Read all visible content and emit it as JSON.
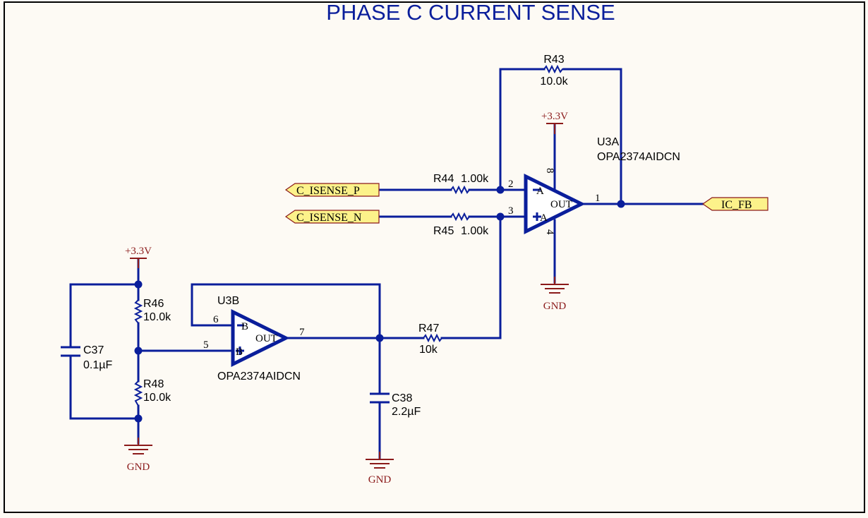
{
  "title": "PHASE C CURRENT SENSE",
  "colors": {
    "wire": "#0a1e9b",
    "power": "#8b1a1a",
    "port_fill": "#fcf28a",
    "background": "#fdfaf4",
    "title": "#0a1e9b"
  },
  "ports": {
    "c_isense_p": "C_ISENSE_P",
    "c_isense_n": "C_ISENSE_N",
    "ic_fb": "IC_FB"
  },
  "power": {
    "vcc": "+3.3V",
    "gnd": "GND"
  },
  "u3a": {
    "designator": "U3A",
    "part": "OPA2374AIDCN",
    "in_neg": "A",
    "in_pos": "A",
    "out": "OUT",
    "pin_in_neg": "2",
    "pin_in_pos": "3",
    "pin_out": "1",
    "pin_vcc": "8",
    "pin_gnd": "4"
  },
  "u3b": {
    "designator": "U3B",
    "part": "OPA2374AIDCN",
    "in_neg": "B",
    "in_pos": "B",
    "out": "OUT",
    "pin_in_neg": "6",
    "pin_in_pos": "5",
    "pin_out": "7"
  },
  "components": {
    "r43": {
      "ref": "R43",
      "value": "10.0k"
    },
    "r44": {
      "ref": "R44",
      "value": "1.00k"
    },
    "r45": {
      "ref": "R45",
      "value": "1.00k"
    },
    "r46": {
      "ref": "R46",
      "value": "10.0k"
    },
    "r47": {
      "ref": "R47",
      "value": "10k"
    },
    "r48": {
      "ref": "R48",
      "value": "10.0k"
    },
    "c37": {
      "ref": "C37",
      "value": "0.1µF"
    },
    "c38": {
      "ref": "C38",
      "value": "2.2µF"
    }
  }
}
